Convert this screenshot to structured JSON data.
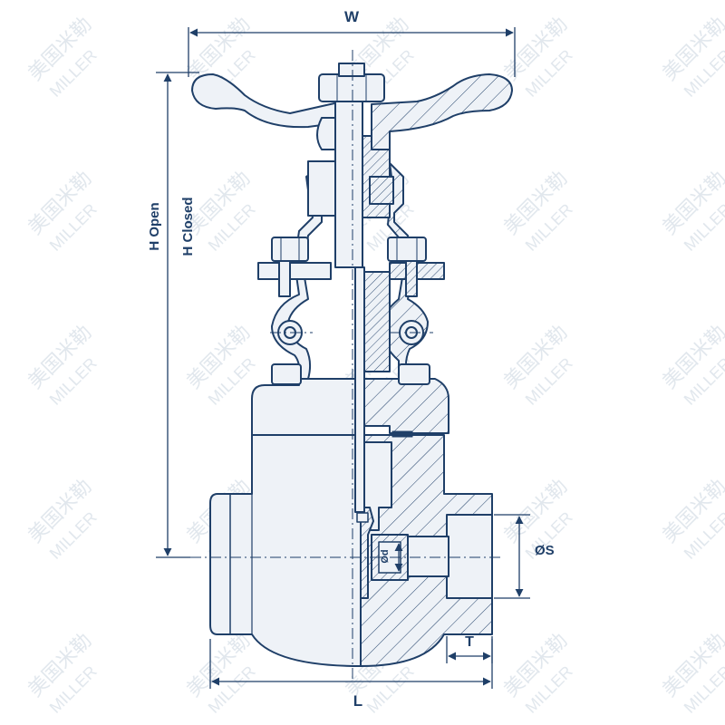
{
  "labels": {
    "width": "W",
    "height_open": "H Open",
    "height_closed": "H Closed",
    "length": "L",
    "socket_diameter": "ØS",
    "bore_diameter": "Ød",
    "socket_depth": "T"
  },
  "watermark": {
    "text": "美国米勒",
    "latin": "MILLER"
  },
  "colors": {
    "line": "#1f3f68",
    "fill": "#eef2f7",
    "watermark": "#c9d4df"
  }
}
